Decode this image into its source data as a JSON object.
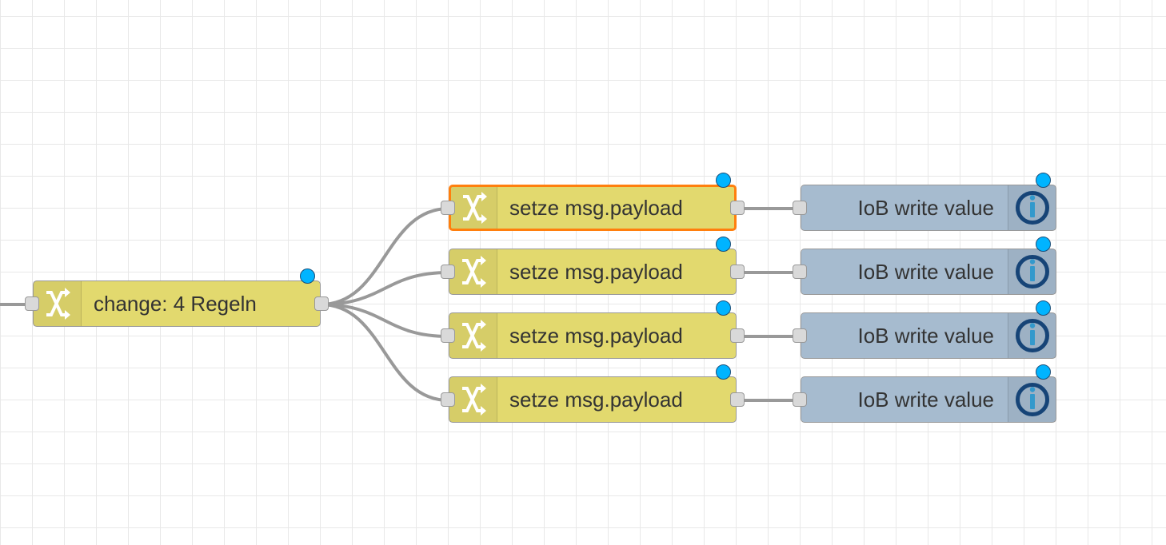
{
  "colors": {
    "change_node": "#e2d96e",
    "iob_node": "#a6bbcf",
    "wire": "#999999",
    "selected_border": "#ff7f0e",
    "changed_indicator": "#00b4ff"
  },
  "flow": {
    "source_node": {
      "label": "change: 4 Regeln",
      "icon": "shuffle-icon"
    },
    "set_nodes": [
      {
        "label": "setze msg.payload",
        "icon": "shuffle-icon",
        "selected": true
      },
      {
        "label": "setze msg.payload",
        "icon": "shuffle-icon",
        "selected": false
      },
      {
        "label": "setze msg.payload",
        "icon": "shuffle-icon",
        "selected": false
      },
      {
        "label": "setze msg.payload",
        "icon": "shuffle-icon",
        "selected": false
      }
    ],
    "iob_nodes": [
      {
        "label": "IoB write value",
        "icon": "iobroker-logo-icon"
      },
      {
        "label": "IoB write value",
        "icon": "iobroker-logo-icon"
      },
      {
        "label": "IoB write value",
        "icon": "iobroker-logo-icon"
      },
      {
        "label": "IoB write value",
        "icon": "iobroker-logo-icon"
      }
    ]
  }
}
